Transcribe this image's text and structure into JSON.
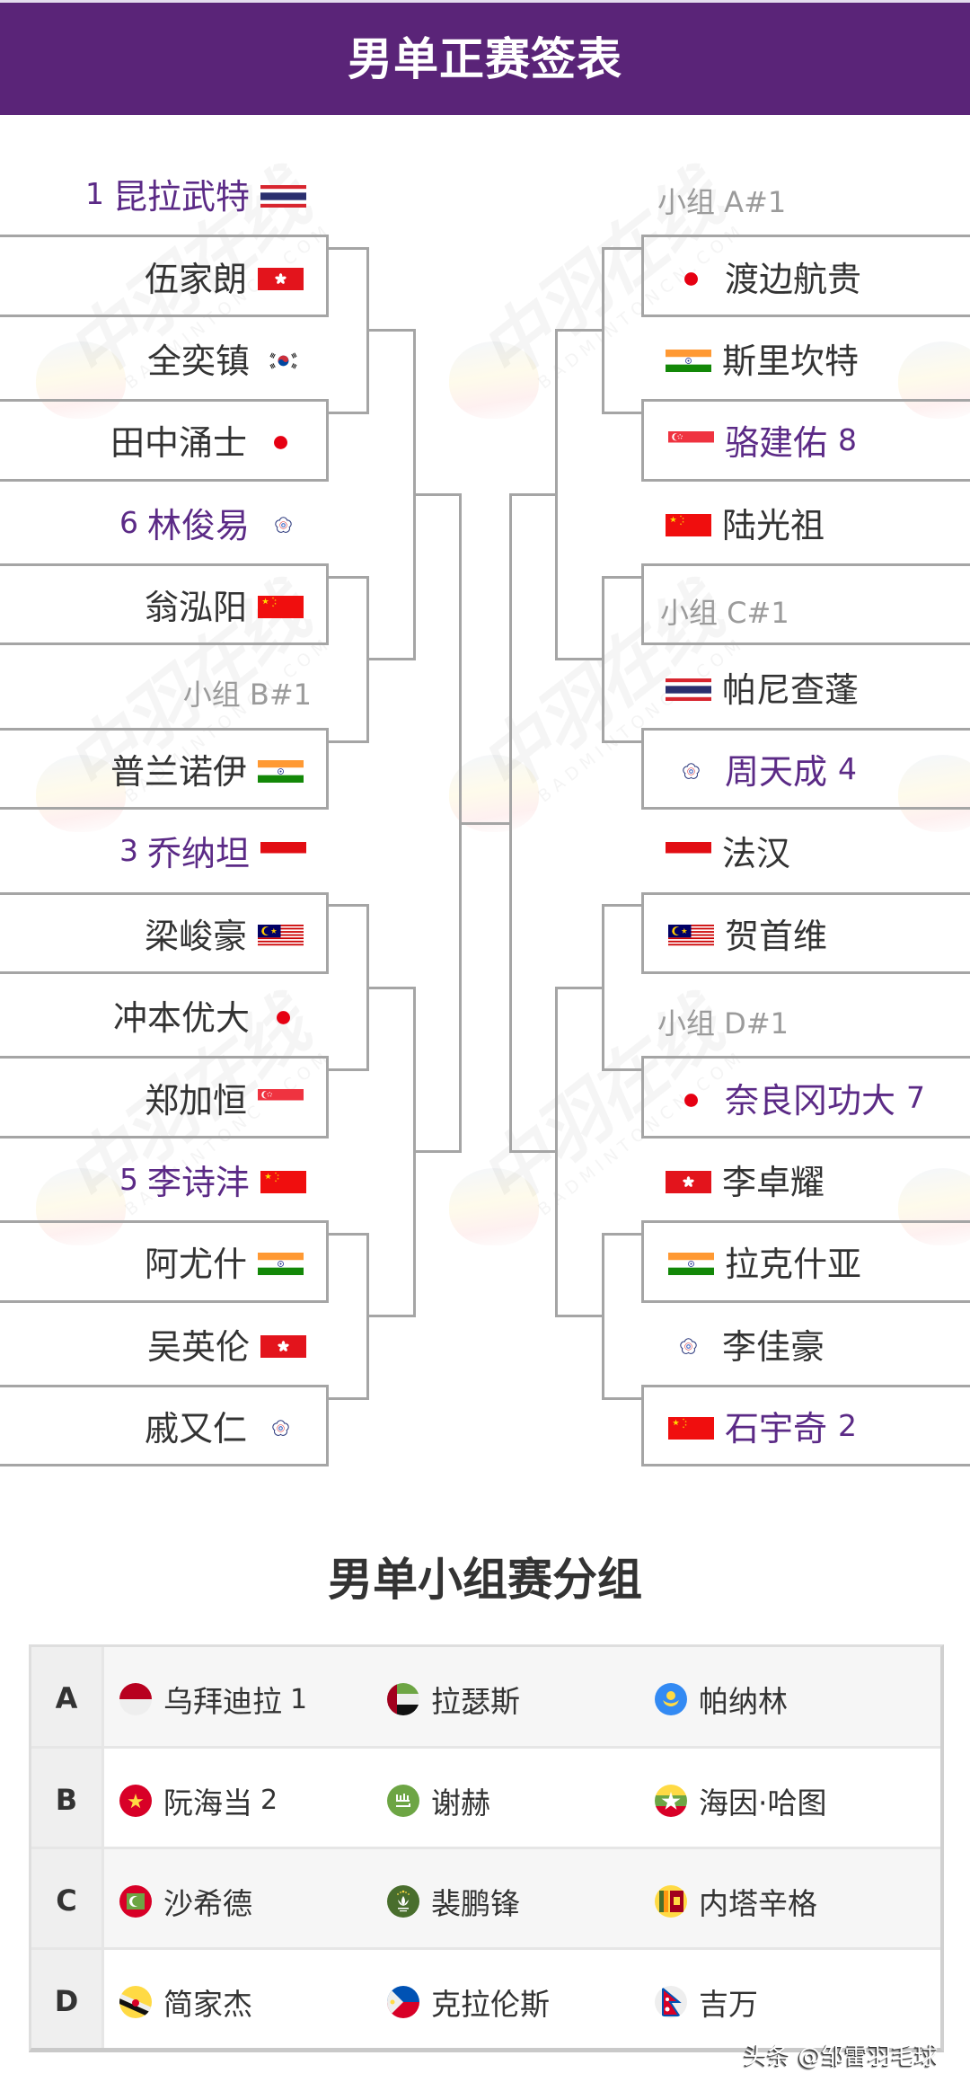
{
  "header": {
    "title": "男单正赛签表"
  },
  "bracket": {
    "left": [
      {
        "seed": "1",
        "name": "昆拉武特",
        "flag": "thailand"
      },
      {
        "name": "伍家朗",
        "flag": "hong-kong"
      },
      {
        "name": "全奕镇",
        "flag": "south-korea"
      },
      {
        "name": "田中涌士",
        "flag": "japan"
      },
      {
        "seed": "6",
        "name": "林俊易",
        "flag": "chinese-taipei"
      },
      {
        "name": "翁泓阳",
        "flag": "china"
      },
      {
        "label": "小组 B#1"
      },
      {
        "name": "普兰诺伊",
        "flag": "india"
      },
      {
        "seed": "3",
        "name": "乔纳坦",
        "flag": "indonesia"
      },
      {
        "name": "梁峻豪",
        "flag": "malaysia"
      },
      {
        "name": "冲本优大",
        "flag": "japan"
      },
      {
        "name": "郑加恒",
        "flag": "singapore"
      },
      {
        "seed": "5",
        "name": "李诗沣",
        "flag": "china"
      },
      {
        "name": "阿尤什",
        "flag": "india"
      },
      {
        "name": "吴英伦",
        "flag": "hong-kong"
      },
      {
        "name": "戚又仁",
        "flag": "chinese-taipei"
      }
    ],
    "right": [
      {
        "label": "小组 A#1"
      },
      {
        "name": "渡边航贵",
        "flag": "japan"
      },
      {
        "name": "斯里坎特",
        "flag": "india"
      },
      {
        "name": "骆建佑",
        "seed": "8",
        "flag": "singapore"
      },
      {
        "name": "陆光祖",
        "flag": "china"
      },
      {
        "label": "小组 C#1"
      },
      {
        "name": "帕尼查蓬",
        "flag": "thailand"
      },
      {
        "name": "周天成",
        "seed": "4",
        "flag": "chinese-taipei"
      },
      {
        "name": "法汉",
        "flag": "indonesia"
      },
      {
        "name": "贺首维",
        "flag": "malaysia"
      },
      {
        "label": "小组 D#1"
      },
      {
        "name": "奈良冈功大",
        "seed": "7",
        "flag": "japan"
      },
      {
        "name": "李卓耀",
        "flag": "hong-kong"
      },
      {
        "name": "拉克什亚",
        "flag": "india"
      },
      {
        "name": "李佳豪",
        "flag": "chinese-taipei"
      },
      {
        "name": "石宇奇",
        "seed": "2",
        "flag": "china"
      }
    ]
  },
  "groups": {
    "title": "男单小组赛分组",
    "rows": [
      {
        "group": "A",
        "players": [
          {
            "name": "乌拜迪拉",
            "seed": "1",
            "flag": "indonesia"
          },
          {
            "name": "拉瑟斯",
            "flag": "uae"
          },
          {
            "name": "帕纳林",
            "flag": "kazakhstan"
          }
        ]
      },
      {
        "group": "B",
        "players": [
          {
            "name": "阮海当",
            "seed": "2",
            "flag": "vietnam"
          },
          {
            "name": "谢赫",
            "flag": "saudi-arabia"
          },
          {
            "name": "海因·哈图",
            "flag": "myanmar"
          }
        ]
      },
      {
        "group": "C",
        "players": [
          {
            "name": "沙希德",
            "flag": "maldives"
          },
          {
            "name": "裴鹏锋",
            "flag": "macau"
          },
          {
            "name": "内塔辛格",
            "flag": "sri-lanka"
          }
        ]
      },
      {
        "group": "D",
        "players": [
          {
            "name": "简家杰",
            "flag": "brunei"
          },
          {
            "name": "克拉伦斯",
            "flag": "philippines"
          },
          {
            "name": "吉万",
            "flag": "nepal"
          }
        ]
      }
    ]
  },
  "watermark": {
    "brand": "中羽在线",
    "site": "BADMINTONCN.COM"
  },
  "credit": "头条 @邹雷羽毛球",
  "colors": {
    "header_bg": "#5a2478",
    "seed_text": "#5b2a86",
    "name_text": "#333333",
    "group_label_text": "#9b9b9b",
    "bracket_line": "#a5a5a5",
    "table_alt_row": "#f6f6f6"
  }
}
